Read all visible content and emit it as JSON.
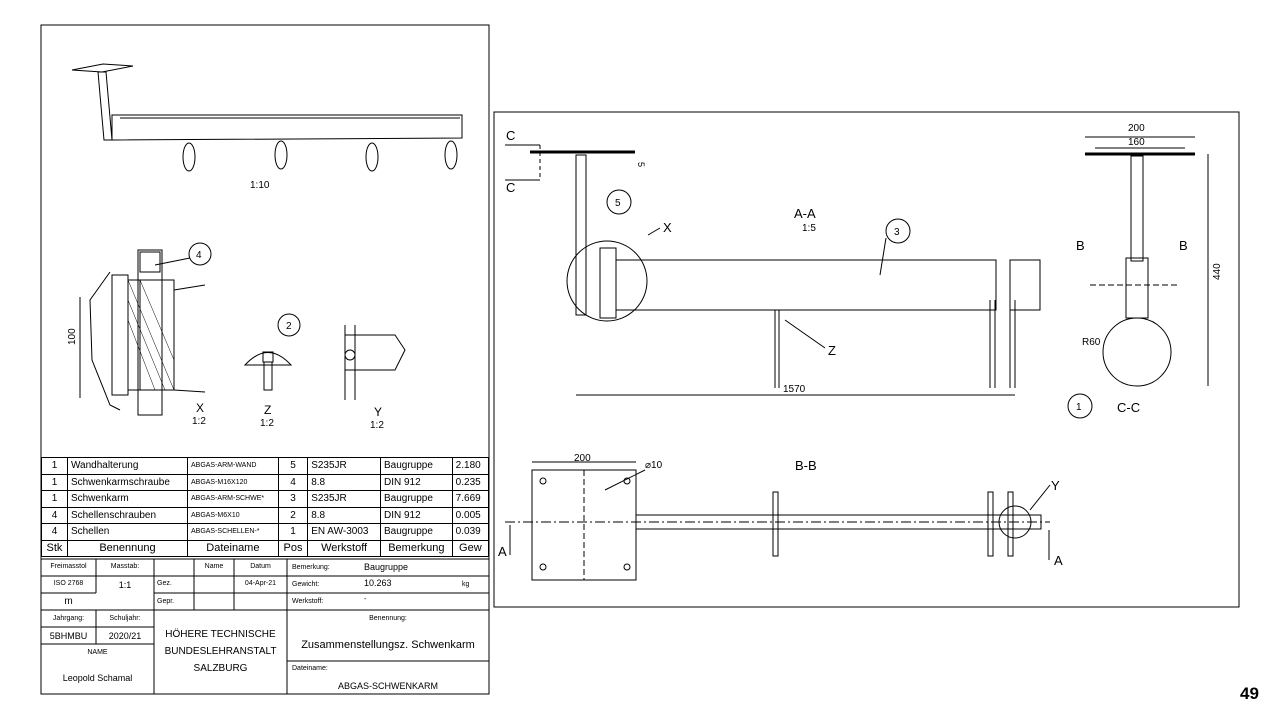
{
  "parts_list": {
    "rows": [
      {
        "stk": "1",
        "benennung": "Wandhalterung",
        "dateiname": "ABGAS-ARM-WAND",
        "pos": "5",
        "werkstoff": "S235JR",
        "bemerkung": "Baugruppe",
        "gew": "2.180"
      },
      {
        "stk": "1",
        "benennung": "Schwenkarmschraube",
        "dateiname": "ABGAS-M16X120",
        "pos": "4",
        "werkstoff": "8.8",
        "bemerkung": "DIN 912",
        "gew": "0.235"
      },
      {
        "stk": "1",
        "benennung": "Schwenkarm",
        "dateiname": "ABGAS-ARM-SCHWE*",
        "pos": "3",
        "werkstoff": "S235JR",
        "bemerkung": "Baugruppe",
        "gew": "7.669"
      },
      {
        "stk": "4",
        "benennung": "Schellenschrauben",
        "dateiname": "ABGAS-M6X10",
        "pos": "2",
        "werkstoff": "8.8",
        "bemerkung": "DIN 912",
        "gew": "0.005"
      },
      {
        "stk": "4",
        "benennung": "Schellen",
        "dateiname": "ABGAS-SCHELLEN-*",
        "pos": "1",
        "werkstoff": "EN AW-3003",
        "bemerkung": "Baugruppe",
        "gew": "0.039"
      }
    ],
    "headers": {
      "stk": "Stk",
      "benennung": "Benennung",
      "dateiname": "Dateiname",
      "pos": "Pos",
      "werkstoff": "Werkstoff",
      "bemerkung": "Bemerkung",
      "gew": "Gew"
    }
  },
  "title_block": {
    "freimasstol_label": "Freimasstol",
    "freimasstol_value": "ISO 2768",
    "freimasstol_class": "m",
    "masstab_label": "Masstab:",
    "masstab_value": "1:1",
    "name_col": "Name",
    "datum_col": "Datum",
    "gez": "Gez.",
    "gez_datum": "04-Apr-21",
    "gepr": "Gepr.",
    "bemerkung_label": "Bemerkung:",
    "bemerkung_value": "Baugruppe",
    "gewicht_label": "Gewicht:",
    "gewicht_value": "10.263",
    "gewicht_unit": "kg",
    "werkstoff_label": "Werkstoff:",
    "werkstoff_value": "-",
    "jahrgang_label": "Jahrgang:",
    "jahrgang_value": "5BHMBU",
    "schuljahr_label": "Schuljahr:",
    "schuljahr_value": "2020/21",
    "name_label": "NAME",
    "name_value": "Leopold Schamal",
    "school_line1": "HÖHERE TECHNISCHE",
    "school_line2": "BUNDESLEHRANSTALT",
    "school_line3": "SALZBURG",
    "benennung_label": "Benennung:",
    "benennung_value": "Zusammenstellungsz. Schwenkarm",
    "dateiname_label": "Dateiname:",
    "dateiname_value": "ABGAS-SCHWENKARM"
  },
  "left_views": {
    "iso_scale": "1:10",
    "x_balloon": "4",
    "x_dim": "100",
    "x_label": "X",
    "x_scale": "1:2",
    "z_balloon": "2",
    "z_label": "Z",
    "z_scale": "1:2",
    "y_label": "Y",
    "y_scale": "1:2"
  },
  "right_views": {
    "cut_c1": "C",
    "cut_c2": "C",
    "plate_thk": "5",
    "balloon5": "5",
    "aa_label": "A-A",
    "aa_scale": "1:5",
    "detail_x": "X",
    "balloon3": "3",
    "detail_z": "Z",
    "length": "1570",
    "cc_w200": "200",
    "cc_w160": "160",
    "cut_b1": "B",
    "cut_b2": "B",
    "cc_h": "440",
    "cc_r": "R60",
    "balloon1": "1",
    "cc_label": "C-C",
    "bb_w": "200",
    "bb_hole": "⌀10",
    "bb_label": "B-B",
    "detail_y": "Y",
    "cut_a1": "A",
    "cut_a2": "A"
  },
  "page_number": "49"
}
